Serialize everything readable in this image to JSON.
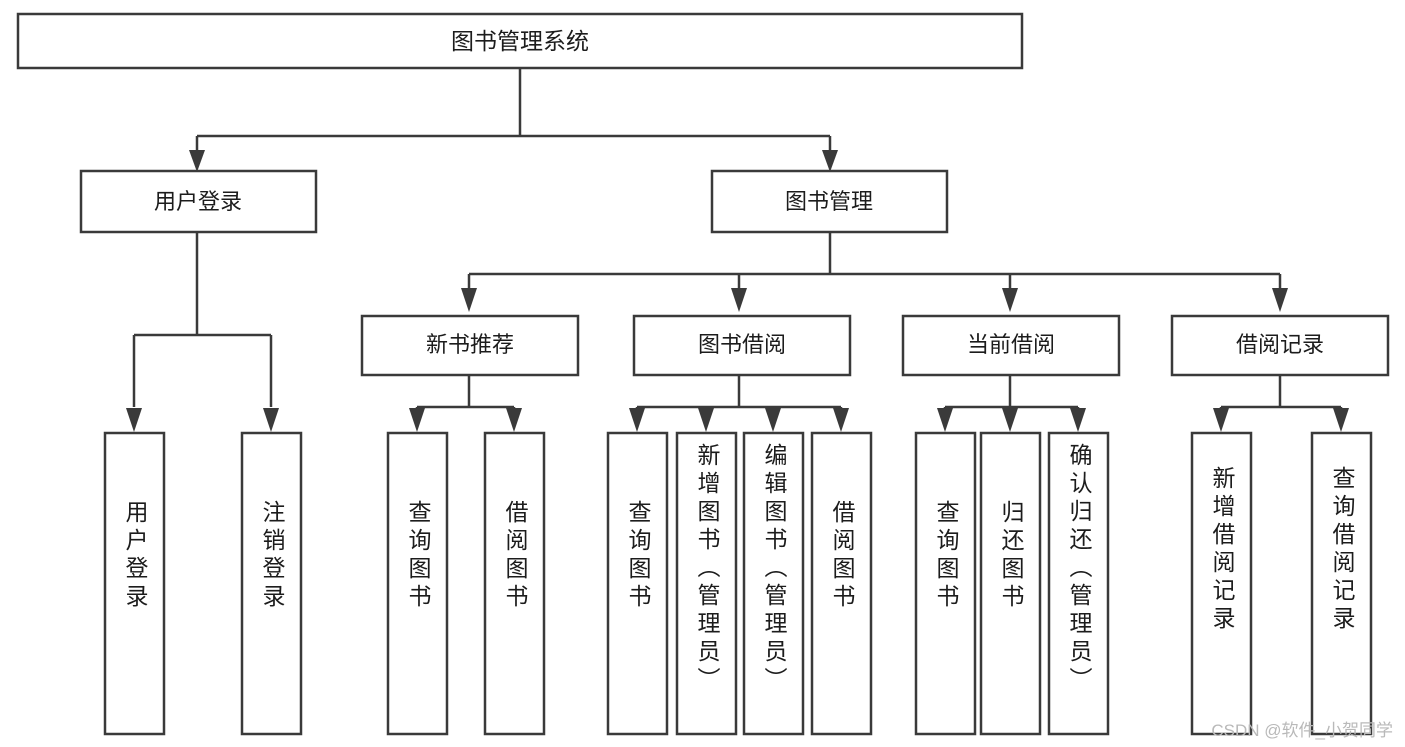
{
  "diagram": {
    "type": "tree",
    "title_node": "图书管理系统",
    "watermark": "CSDN @软件_小贺同学",
    "colors": {
      "box_stroke": "#3a3a3a",
      "box_fill": "#ffffff",
      "text": "#1c1c1c",
      "connector": "#3a3a3a",
      "watermark": "#b9b9b9",
      "background": "#ffffff"
    },
    "root": {
      "label": "图书管理系统"
    },
    "level1": [
      {
        "label": "用户登录"
      },
      {
        "label": "图书管理"
      }
    ],
    "level2": [
      {
        "label": "新书推荐"
      },
      {
        "label": "图书借阅"
      },
      {
        "label": "当前借阅"
      },
      {
        "label": "借阅记录"
      }
    ],
    "leaves": [
      {
        "label": "用户登录",
        "parent": "用户登录"
      },
      {
        "label": "注销登录",
        "parent": "用户登录"
      },
      {
        "label": "查询图书",
        "parent": "新书推荐"
      },
      {
        "label": "借阅图书",
        "parent": "新书推荐"
      },
      {
        "label": "查询图书",
        "parent": "图书借阅"
      },
      {
        "label": "新增图书（管理员）",
        "parent": "图书借阅"
      },
      {
        "label": "编辑图书（管理员）",
        "parent": "图书借阅"
      },
      {
        "label": "借阅图书",
        "parent": "图书借阅"
      },
      {
        "label": "查询图书",
        "parent": "当前借阅"
      },
      {
        "label": "归还图书",
        "parent": "当前借阅"
      },
      {
        "label": "确认归还（管理员）",
        "parent": "当前借阅"
      },
      {
        "label": "新增借阅记录",
        "parent": "借阅记录"
      },
      {
        "label": "查询借阅记录",
        "parent": "借阅记录"
      }
    ]
  }
}
